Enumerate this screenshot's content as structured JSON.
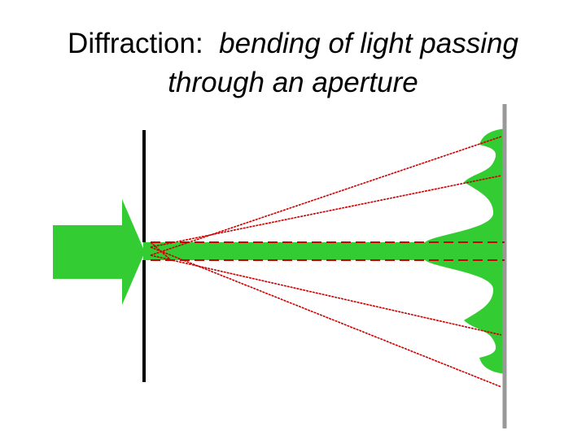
{
  "title": {
    "lead": "Diffraction:",
    "italic_line1": "bending of light passing",
    "italic_line2": "through an aperture"
  },
  "colors": {
    "light": "#33cc33",
    "ray": "#cc0000",
    "barrier": "#000000",
    "screen": "#999999",
    "background": "#ffffff"
  }
}
